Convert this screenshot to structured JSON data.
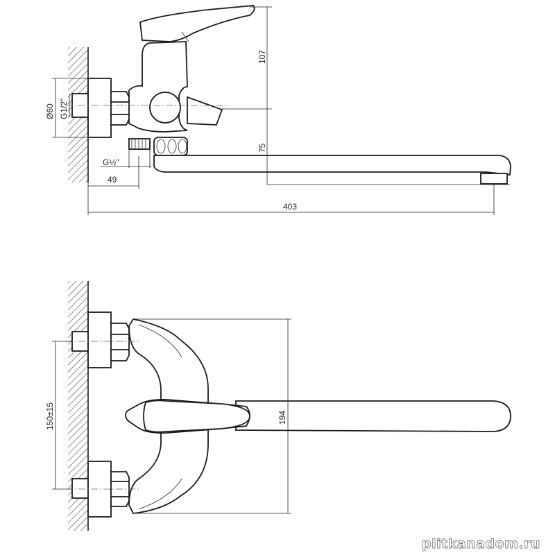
{
  "drawing": {
    "side_view": {
      "dim_height_handle": "107",
      "dim_flange_diameter": "Ø60",
      "dim_inlet_thread": "G1/2\"",
      "dim_spout_height": "75",
      "dim_shower_thread": "G½\"",
      "dim_wall_offset": "49",
      "dim_total_length": "403"
    },
    "top_view": {
      "dim_inlet_spacing": "150±15",
      "dim_body_width": "194"
    },
    "watermark": "plitkanadom.ru"
  }
}
